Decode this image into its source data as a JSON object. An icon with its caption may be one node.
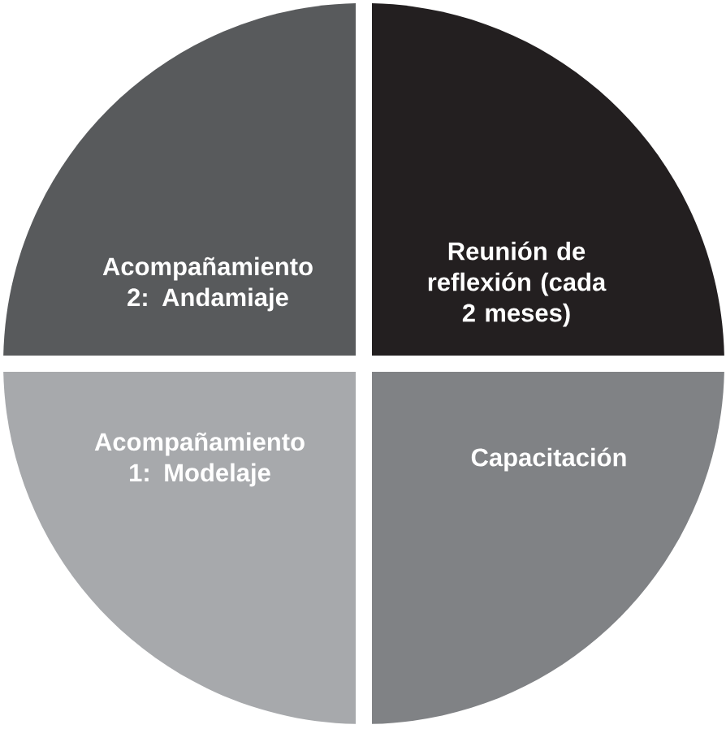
{
  "diagram": {
    "nodes": [
      {
        "text": [
          "Acompañamiento 2: Andamiaje"
        ]
      },
      {
        "text": [
          "Reunión de reflexión (cada 2 meses)"
        ]
      },
      {
        "text": [
          "Acompañamiento 1: Modelaje"
        ]
      },
      {
        "text": [
          "Capacitación"
        ]
      }
    ]
  }
}
